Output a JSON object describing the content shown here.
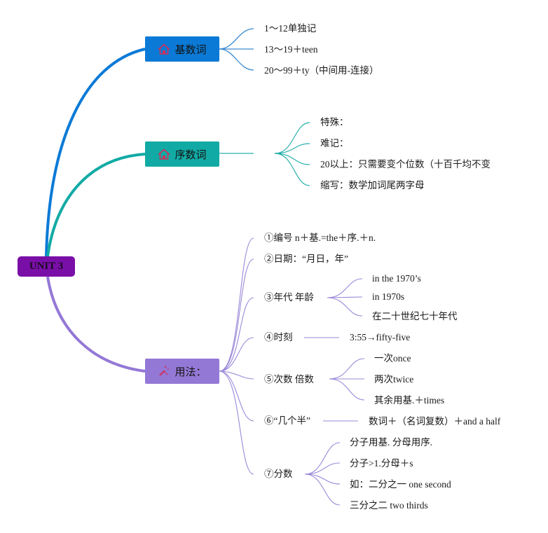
{
  "root": {
    "label": "UNIT 3",
    "color": "#7a0fa8"
  },
  "branches": [
    {
      "label": "基数词",
      "icon": "home-icon",
      "color": "#0b7ad6",
      "children": [
        {
          "label": "1～12单独记"
        },
        {
          "label": "13～19＋teen"
        },
        {
          "label": "20～99＋ty（中间用-连接）"
        }
      ]
    },
    {
      "label": "序数词",
      "icon": "home-icon",
      "color": "#12aaa5",
      "children": [
        {
          "label": "特殊："
        },
        {
          "label": "难记："
        },
        {
          "label": "20以上：只需要变个位数（十百千均不变"
        },
        {
          "label": "缩写：数学加词尾两字母"
        }
      ]
    },
    {
      "label": "用法：",
      "icon": "magic-wand-icon",
      "color": "#9478d6",
      "children": [
        {
          "label": "①编号 n＋基.=the＋序.＋n.",
          "children": []
        },
        {
          "label": "②日期：“月日，年”",
          "children": []
        },
        {
          "label": "③年代 年龄",
          "children": [
            {
              "label": "in the 1970’s"
            },
            {
              "label": "in 1970s"
            },
            {
              "label": "在二十世纪七十年代"
            }
          ]
        },
        {
          "label": "④时刻",
          "children": [
            {
              "label": "3:55→fifty-five"
            }
          ]
        },
        {
          "label": "⑤次数 倍数",
          "children": [
            {
              "label": "一次once"
            },
            {
              "label": "两次twice"
            },
            {
              "label": "其余用基.＋times"
            }
          ]
        },
        {
          "label": "⑥“几个半”",
          "children": [
            {
              "label": "数词＋（名词复数）＋and a half"
            }
          ]
        },
        {
          "label": "⑦分数",
          "children": [
            {
              "label": "分子用基. 分母用序."
            },
            {
              "label": "分子>1.分母＋s"
            },
            {
              "label": "如：二分之一 one second"
            },
            {
              "label": "三分之二 two thirds"
            }
          ]
        }
      ]
    }
  ]
}
